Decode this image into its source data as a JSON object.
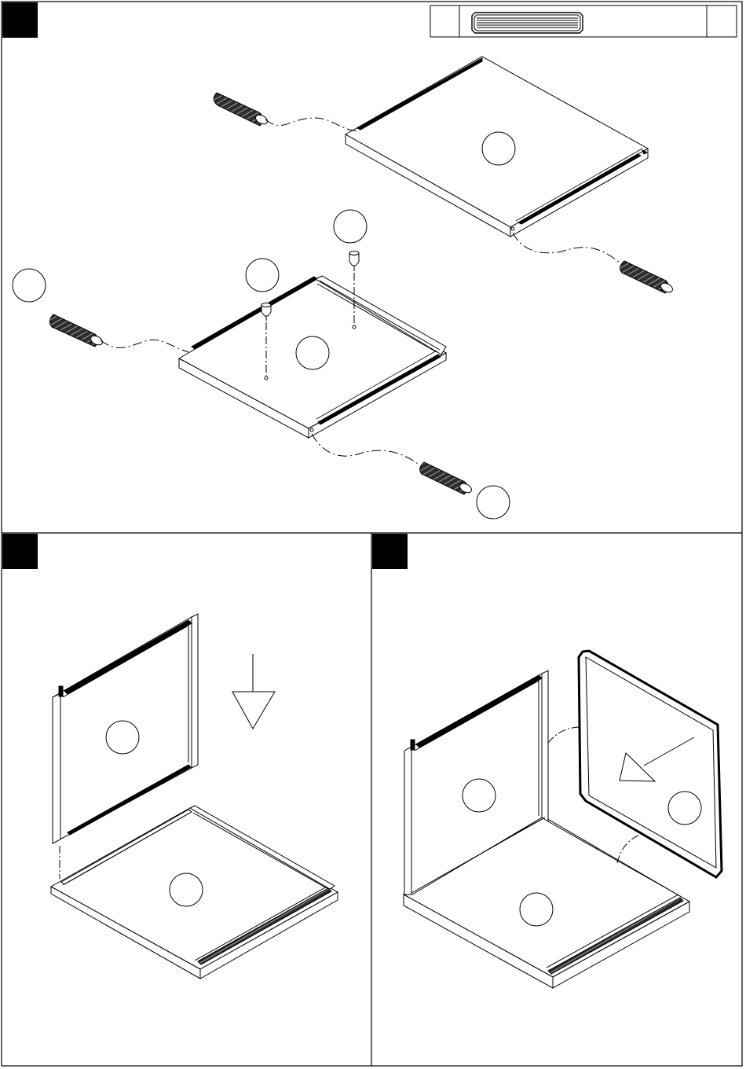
{
  "document": {
    "kind": "assembly-instructions",
    "panels": [
      {
        "id": "top",
        "step_label": "",
        "parts_box": {
          "left_cell": "",
          "right_cell": "",
          "part_icon": "cam-dowel-strip-icon"
        }
      },
      {
        "id": "bottom-left",
        "step_label": ""
      },
      {
        "id": "bottom-right",
        "step_label": ""
      }
    ],
    "callouts": {
      "top_board": "",
      "base_board": "",
      "left_dowel": "",
      "cam_bolt_a": "",
      "cam_bolt_b": "",
      "front_dowel": "",
      "side_panel_a": "",
      "base_board_b": "",
      "side_panel_b": "",
      "base_board_c": "",
      "back_panel": ""
    },
    "colors": {
      "ink": "#000000",
      "paper": "#ffffff",
      "dowel_fill": "#3a3a3a"
    },
    "icons": {
      "down_arrow": "down-arrow-icon",
      "insert_arrow": "insert-arrow-icon",
      "dowel": "dowel-icon",
      "cam_bolt": "cam-bolt-icon"
    }
  }
}
